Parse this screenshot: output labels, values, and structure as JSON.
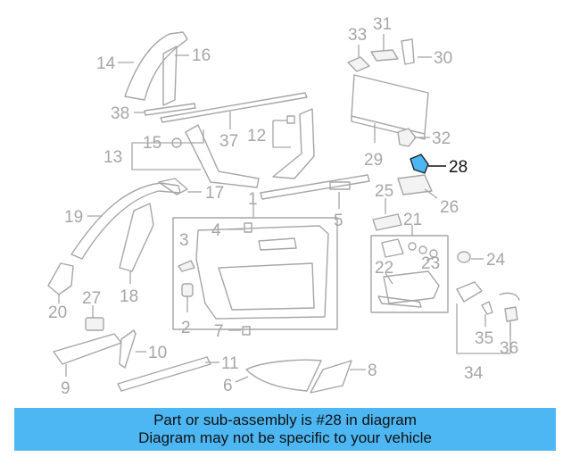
{
  "labels": [
    "1",
    "2",
    "3",
    "4",
    "5",
    "6",
    "7",
    "8",
    "10",
    "11",
    "12",
    "13",
    "14",
    "15",
    "16",
    "17",
    "18",
    "19",
    "20",
    "21",
    "22",
    "23",
    "24",
    "25",
    "26",
    "27",
    "28",
    "29",
    "30",
    "31",
    "32",
    "33",
    "34",
    "35",
    "36",
    "37",
    "38",
    "9"
  ],
  "highlighted_part": "28",
  "banner": {
    "line1": "Part or sub-assembly is #28 in diagram",
    "line2": "Diagram may not be specific to your vehicle"
  },
  "colors": {
    "highlight": "#4db7f3",
    "line": "#a6a6a6",
    "banner_bg": "#4db7f3"
  }
}
